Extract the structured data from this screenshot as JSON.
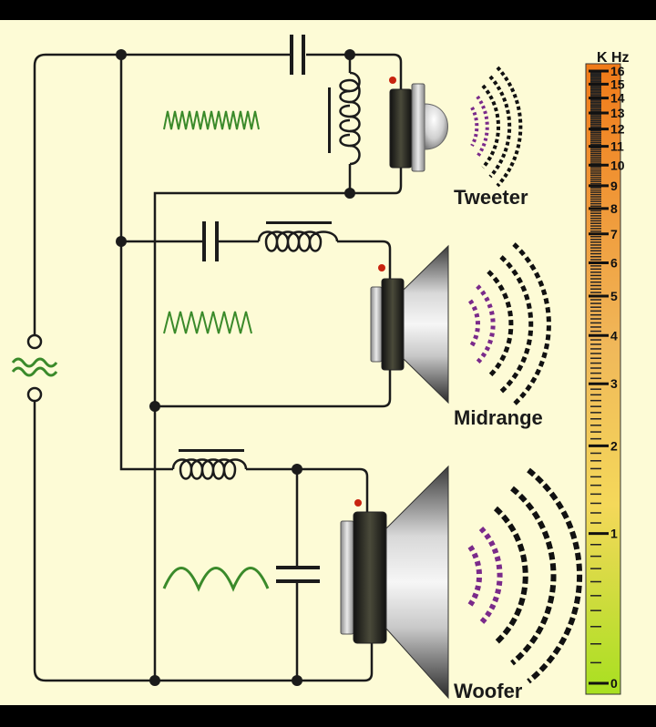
{
  "speakers": {
    "tweeter": {
      "label": "Tweeter"
    },
    "midrange": {
      "label": "Midrange"
    },
    "woofer": {
      "label": "Woofer"
    }
  },
  "scale": {
    "title": "K Hz",
    "ticks": [
      "0",
      "1",
      "2",
      "3",
      "4",
      "5",
      "6",
      "7",
      "8",
      "9",
      "10",
      "11",
      "12",
      "13",
      "14",
      "15",
      "16"
    ]
  },
  "colors": {
    "background": "#fdfbd6",
    "wire": "#1b1b1b",
    "signal_wave": "#3a8a2a",
    "sound_purple": "#7a2a8a",
    "sound_black": "#111111",
    "scale_top": "#f07a18",
    "scale_bottom": "#a8e020",
    "polarity_dot": "#c8230f"
  },
  "icons": {
    "ac_source": "ac-source-icon",
    "capacitor": "capacitor-icon",
    "inductor": "inductor-icon"
  }
}
